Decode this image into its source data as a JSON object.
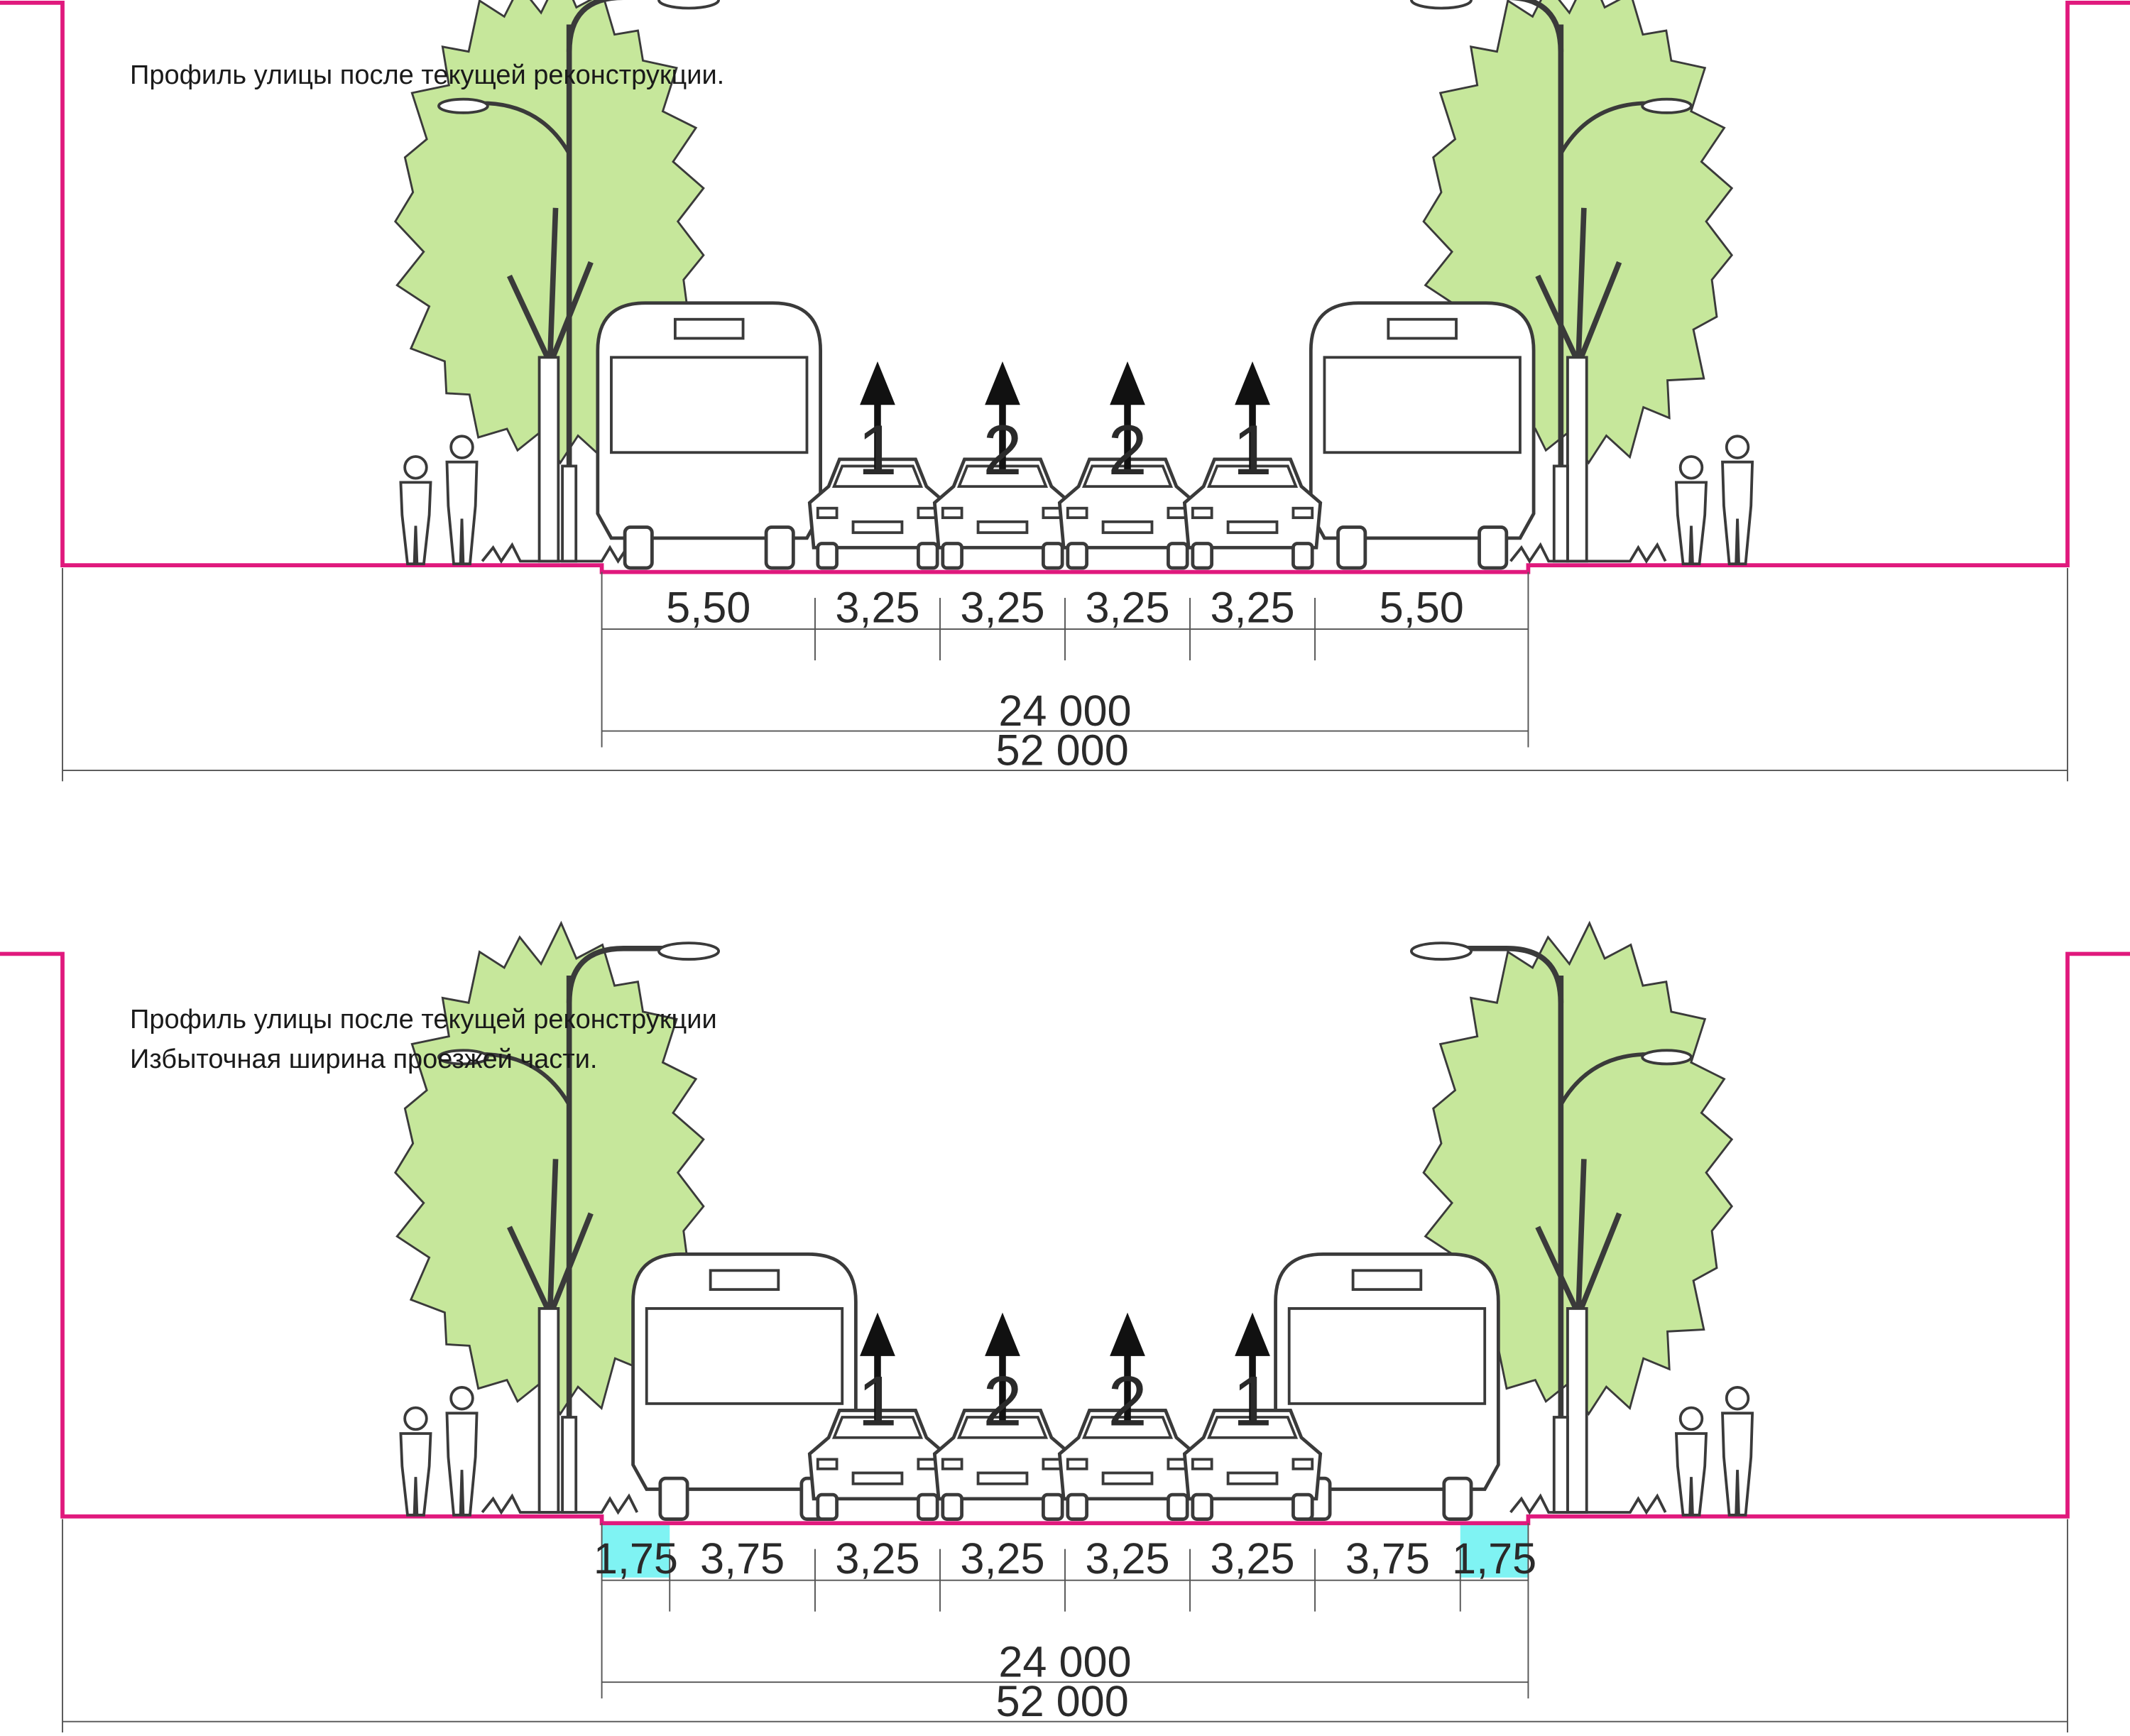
{
  "colors": {
    "profile_line": "#e0197d",
    "tree_fill": "#c6e79b",
    "bike_lane": "#7ff3f3",
    "dim_line": "#555555"
  },
  "icons": [
    "tree-icon",
    "street-lamp-icon",
    "pedestrians-icon",
    "bus-icon",
    "car-icon",
    "arrow-up-icon"
  ],
  "sections": [
    {
      "title_lines": [
        "Профиль улицы после текущей реконструкции."
      ],
      "lane_numbers": [
        "1",
        "2",
        "2",
        "1"
      ],
      "lane_widths": [
        "5,50",
        "3,25",
        "3,25",
        "3,25",
        "3,25",
        "5,50"
      ],
      "has_bike_lanes": false,
      "roadway_total": "24 000",
      "street_total": "52 000"
    },
    {
      "title_lines": [
        "Профиль улицы после текущей реконструкции",
        "Избыточная ширина проезжей части."
      ],
      "lane_numbers": [
        "1",
        "2",
        "2",
        "1"
      ],
      "lane_widths": [
        "1,75",
        "3,75",
        "3,25",
        "3,25",
        "3,25",
        "3,25",
        "3,75",
        "1,75"
      ],
      "has_bike_lanes": true,
      "roadway_total": "24 000",
      "street_total": "52 000"
    }
  ]
}
